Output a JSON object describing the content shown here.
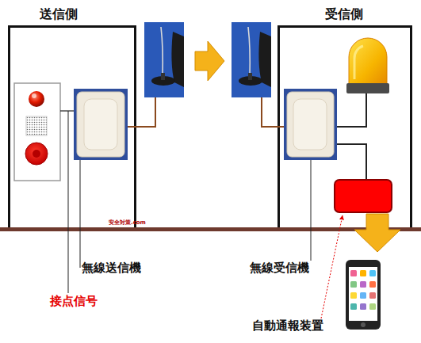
{
  "diagram": {
    "nodes": [
      {
        "text": [
          "送信側"
        ]
      },
      {
        "text": [
          "受信側"
        ]
      }
    ],
    "labels": [
      "安全対策.com",
      "無線送信機",
      "接点信号",
      "無線受信機",
      "自動通報装置"
    ]
  }
}
